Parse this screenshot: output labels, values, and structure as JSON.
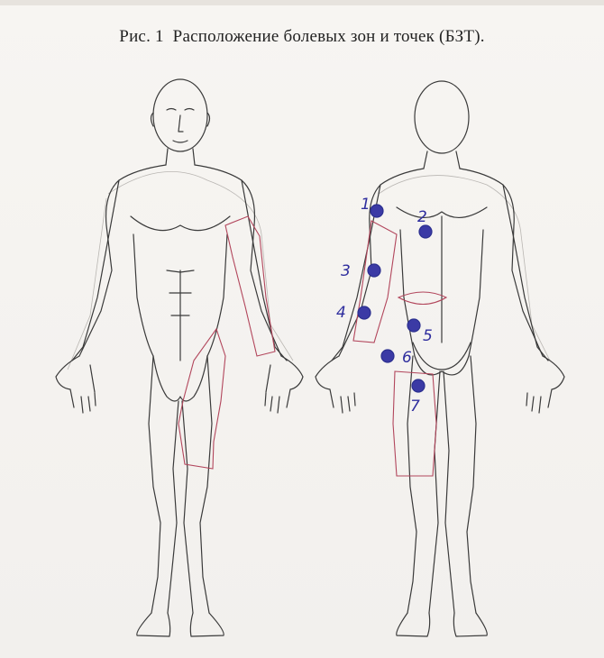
{
  "figure": {
    "number": "Рис. 1",
    "title": "Расположение болевых зон и точек  (БЗТ)."
  },
  "points": [
    {
      "label": "1"
    },
    {
      "label": "2"
    },
    {
      "label": "3"
    },
    {
      "label": "4"
    },
    {
      "label": "5"
    },
    {
      "label": "6"
    },
    {
      "label": "7"
    }
  ],
  "colors": {
    "hatch": "#b2465c",
    "point": "#3b3aa5",
    "outline": "#3a3a3a"
  }
}
